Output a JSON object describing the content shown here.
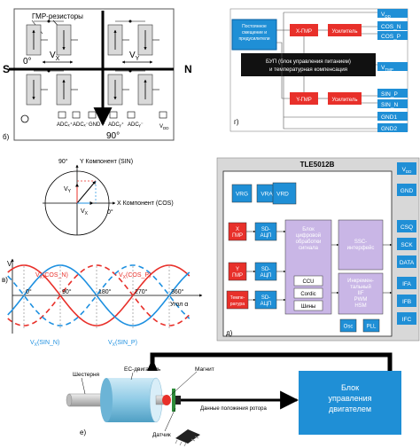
{
  "panel_b": {
    "title": "ГМР-резисторы",
    "s": "S",
    "n": "N",
    "vx": "V",
    "vx_sub": "X",
    "vy": "V",
    "vy_sub": "Y",
    "deg0": "0°",
    "deg90": "90°",
    "adc": [
      "ADCₓ⁺",
      "ADCₓ⁻",
      "GND",
      "ADCᵧ⁺",
      "ADCᵧ⁻",
      "V"
    ],
    "vdd_sub": "DD",
    "label": "б)"
  },
  "panel_g": {
    "bias_box": "Постоянное смещение и предусилители",
    "xgmr": "X-ГМР",
    "ygmr": "Y-ГМР",
    "amp1": "Усилитель",
    "amp2": "Усилитель",
    "bup_line1": "БУП (блок управления питанием)",
    "bup_line2": "и температурная компенсация",
    "outputs": [
      "V",
      "COS_N",
      "COS_P",
      "V",
      "SIN_P",
      "SIN_N",
      "GND1",
      "GND2"
    ],
    "out_subs": [
      "DD",
      "",
      "",
      "TMP",
      "",
      "",
      "",
      ""
    ],
    "label": "г)"
  },
  "panel_v_top": {
    "y_axis": "Y Компонент (SIN)",
    "x_axis": "X Компонент (COS)",
    "deg90": "90°",
    "deg0": "0°",
    "vy": "V",
    "vy_sub": "Y",
    "vx": "V",
    "vx_sub": "X"
  },
  "panel_v": {
    "label": "в)",
    "v": "V",
    "cos_n": "V",
    "cos_n_sub": "X",
    "cos_n_name": "(COS_N)",
    "cos_p": "V",
    "cos_p_sub": "X",
    "cos_p_name": "(COS_P)",
    "sin_n": "V",
    "sin_n_sub": "X",
    "sin_n_name": "(SIN_N)",
    "sin_p": "V",
    "sin_p_sub": "X",
    "sin_p_name": "(SIN_P)",
    "ticks": [
      "0°",
      "90°",
      "180°",
      "270°",
      "360°"
    ],
    "angle": "Угол α",
    "colors": {
      "red": "#e8302a",
      "blue": "#1e90e0"
    }
  },
  "panel_d": {
    "chip": "TLE5012B",
    "vrg": "VRG",
    "vra": "VRA",
    "vrd": "VRD",
    "x_gmr": "X\nГМР",
    "y_gmr": "Y\nГМР",
    "temp": "Темпе-\nратура",
    "sd1": "SD-\nАЦП",
    "sd2": "SD-\nАЦП",
    "sd3": "SD-\nАЦП",
    "dsp": "Блок цифровой обработки сигнала",
    "ccu": "CCU",
    "cordic": "Cordic",
    "bus": "Шины",
    "ssc": "SSC-интерфейс",
    "incr": "Инкремен-тальный IIF PWM HSM",
    "osc": "Osc",
    "pll": "PLL",
    "pins": [
      "V",
      "GND",
      "CSQ",
      "SCK",
      "DATA",
      "IFA",
      "IFB",
      "IFC"
    ],
    "vdd_sub": "DD",
    "label": "д)"
  },
  "panel_e": {
    "gear": "Шестерня",
    "motor": "ЕС-двигатель",
    "magnet": "Магнит",
    "rotor_data": "Данные положения ротора",
    "sensor": "Датчик",
    "control_line1": "Блок",
    "control_line2": "управления",
    "control_line3": "двигателем",
    "label": "е)"
  }
}
